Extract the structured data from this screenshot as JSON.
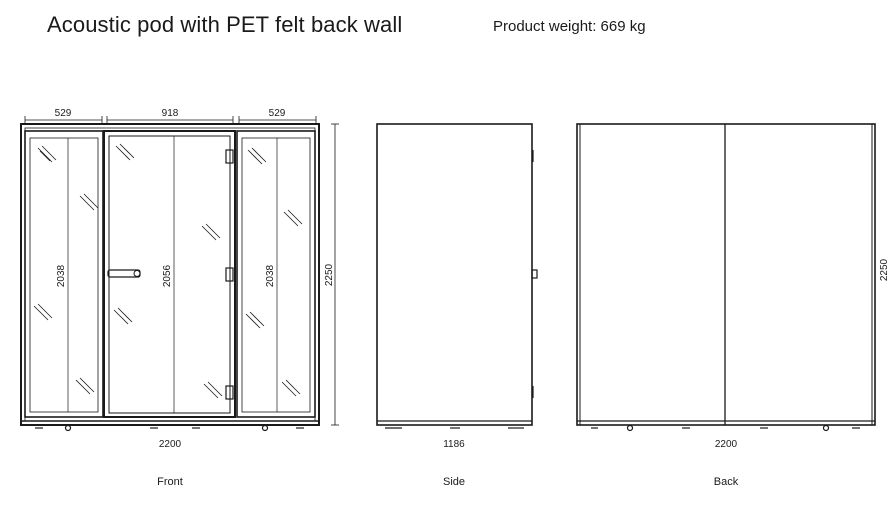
{
  "header": {
    "title": "Acoustic pod with PET felt back wall",
    "weight_text": "Product weight: 669 kg"
  },
  "views": {
    "front": {
      "label": "Front",
      "top_dims": [
        "529",
        "918",
        "529"
      ],
      "panel_heights": [
        "2038",
        "2056",
        "2038"
      ],
      "overall_height": "2250",
      "overall_width": "2200"
    },
    "side": {
      "label": "Side",
      "width": "1186"
    },
    "back": {
      "label": "Back",
      "width": "2200",
      "height": "2250"
    }
  }
}
